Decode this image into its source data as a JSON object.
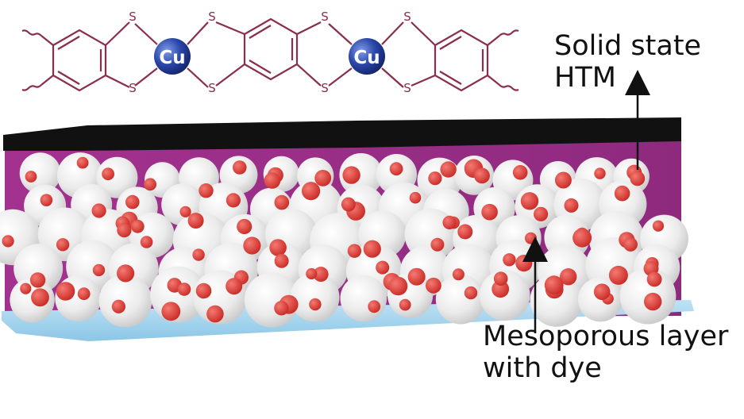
{
  "molecule": {
    "metal_label": "Cu",
    "sulfur_label": "S",
    "colors": {
      "bond": "#8a2d4e",
      "metal": "#1f3d9c",
      "metal_highlight": "#6f8fe0"
    }
  },
  "device": {
    "colors": {
      "htm_layer": "#9a2c86",
      "top_electrode": "#111111",
      "substrate": "#a6d4ee",
      "nanoparticle": "#ececec",
      "dye": "#e0403a"
    }
  },
  "annotations": {
    "htm_label_line1": "Solid state",
    "htm_label_line2": "HTM",
    "mesoporous_label_line1": "Mesoporous layer",
    "mesoporous_label_line2": "with dye"
  }
}
